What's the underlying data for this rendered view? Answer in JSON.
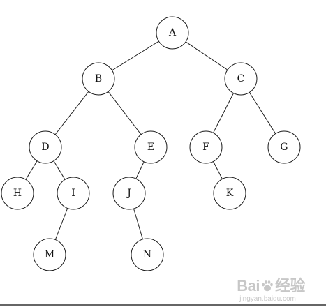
{
  "tree": {
    "nodes": [
      {
        "id": "A",
        "label": "A"
      },
      {
        "id": "B",
        "label": "B"
      },
      {
        "id": "C",
        "label": "C"
      },
      {
        "id": "D",
        "label": "D"
      },
      {
        "id": "E",
        "label": "E"
      },
      {
        "id": "F",
        "label": "F"
      },
      {
        "id": "G",
        "label": "G"
      },
      {
        "id": "H",
        "label": "H"
      },
      {
        "id": "I",
        "label": "I"
      },
      {
        "id": "J",
        "label": "J"
      },
      {
        "id": "K",
        "label": "K"
      },
      {
        "id": "M",
        "label": "M"
      },
      {
        "id": "N",
        "label": "N"
      }
    ],
    "edges": [
      [
        "A",
        "B"
      ],
      [
        "A",
        "C"
      ],
      [
        "B",
        "D"
      ],
      [
        "B",
        "E"
      ],
      [
        "C",
        "F"
      ],
      [
        "C",
        "G"
      ],
      [
        "D",
        "H"
      ],
      [
        "D",
        "I"
      ],
      [
        "E",
        "J"
      ],
      [
        "F",
        "K"
      ],
      [
        "I",
        "M"
      ],
      [
        "J",
        "N"
      ]
    ]
  },
  "watermark": {
    "brand_left": "Bai",
    "brand_right": "经验",
    "subtitle": "jingyan.baidu.com",
    "icon": "paw-icon"
  }
}
